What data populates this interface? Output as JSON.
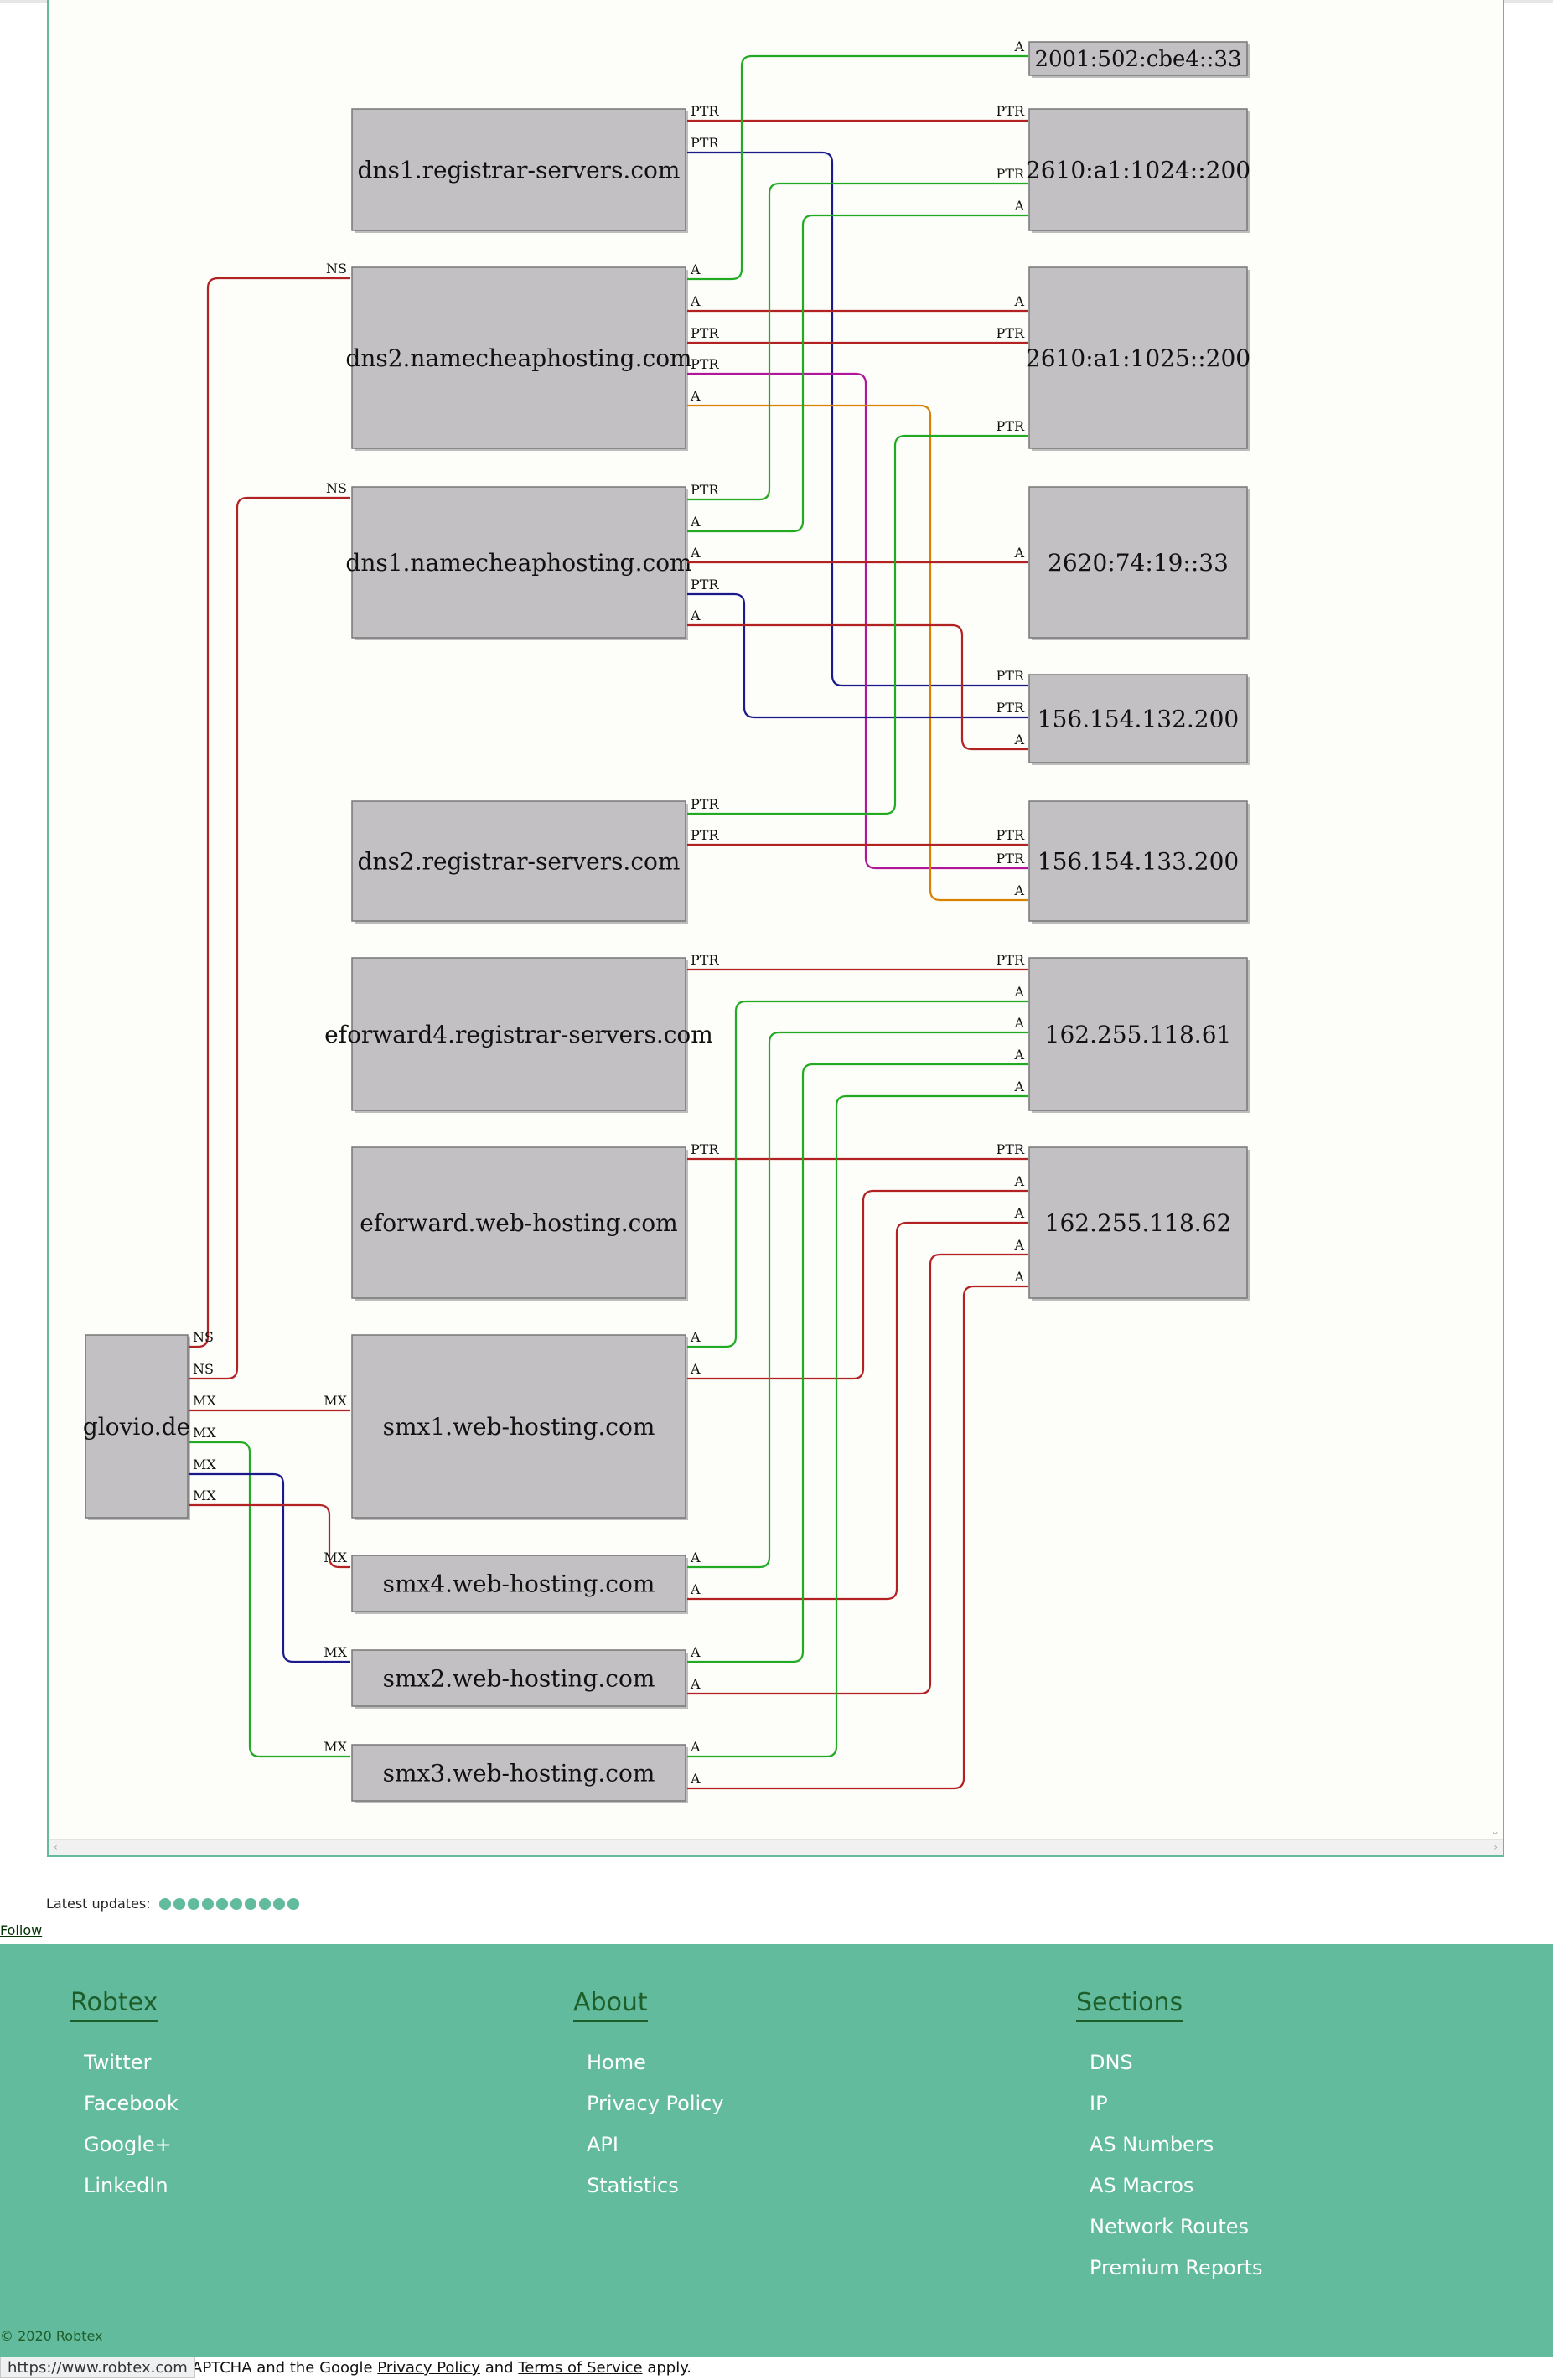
{
  "graph": {
    "nodes": [
      {
        "id": "ip-2001",
        "label": "2001:502:cbe4::33"
      },
      {
        "id": "dns1-rs",
        "label": "dns1.registrar-servers.com"
      },
      {
        "id": "ip-2610-1024",
        "label": "2610:a1:1024::200"
      },
      {
        "id": "dns2-nch",
        "label": "dns2.namecheaphosting.com"
      },
      {
        "id": "ip-2610-1025",
        "label": "2610:a1:1025::200"
      },
      {
        "id": "dns1-nch",
        "label": "dns1.namecheaphosting.com"
      },
      {
        "id": "ip-2620",
        "label": "2620:74:19::33"
      },
      {
        "id": "ip-156-132",
        "label": "156.154.132.200"
      },
      {
        "id": "dns2-rs",
        "label": "dns2.registrar-servers.com"
      },
      {
        "id": "ip-156-133",
        "label": "156.154.133.200"
      },
      {
        "id": "eforward4",
        "label": "eforward4.registrar-servers.com"
      },
      {
        "id": "ip-162-61",
        "label": "162.255.118.61"
      },
      {
        "id": "eforward",
        "label": "eforward.web-hosting.com"
      },
      {
        "id": "ip-162-62",
        "label": "162.255.118.62"
      },
      {
        "id": "glovio",
        "label": "glovio.de"
      },
      {
        "id": "smx1",
        "label": "smx1.web-hosting.com"
      },
      {
        "id": "smx4",
        "label": "smx4.web-hosting.com"
      },
      {
        "id": "smx2",
        "label": "smx2.web-hosting.com"
      },
      {
        "id": "smx3",
        "label": "smx3.web-hosting.com"
      }
    ],
    "edge_labels": {
      "a": "A",
      "ptr": "PTR",
      "ns": "NS",
      "mx": "MX"
    },
    "colors": {
      "red": "#b22222",
      "green": "#22aa22",
      "navy": "#1a1a8c",
      "magenta": "#b0179a",
      "orange": "#d98200"
    }
  },
  "latest_updates": {
    "label": "Latest updates:"
  },
  "follow": {
    "label": "Follow"
  },
  "footer": {
    "columns": [
      {
        "title": "Robtex",
        "links": [
          "Twitter",
          "Facebook",
          "Google+",
          "LinkedIn"
        ]
      },
      {
        "title": "About",
        "links": [
          "Home",
          "Privacy Policy",
          "API",
          "Statistics"
        ]
      },
      {
        "title": "Sections",
        "links": [
          "DNS",
          "IP",
          "AS Numbers",
          "AS Macros",
          "Network Routes",
          "Premium Reports"
        ]
      }
    ],
    "copyright": "© 2020 Robtex"
  },
  "status_bar": {
    "url": "https://www.robtex.com",
    "recaptcha_pre": "APTCHA and the Google ",
    "privacy_link": "Privacy Policy",
    "and_text": " and ",
    "terms_link": "Terms of Service",
    "post_text": " apply."
  }
}
